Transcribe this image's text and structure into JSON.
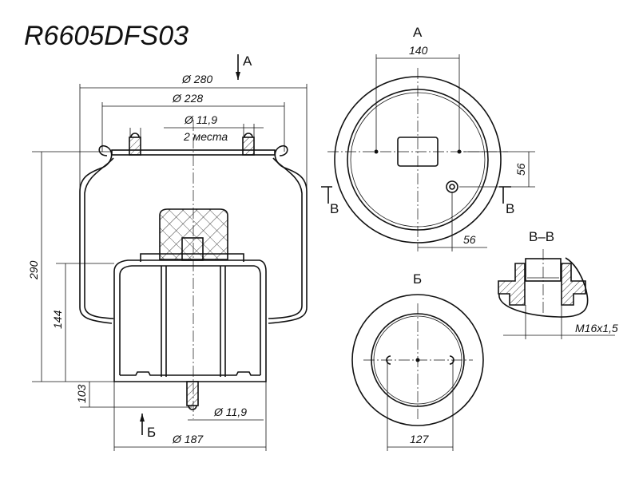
{
  "title": "R6605DFS03",
  "front_view": {
    "view_arrow_a": "A",
    "dia_outer": "Ø 280",
    "dia_plate": "Ø 228",
    "dia_stud_top": "Ø 11,9",
    "stud_count_note": "2 места",
    "height_total": "290",
    "height_piston": "144",
    "height_bottom": "103",
    "dia_stud_bottom": "Ø 11,9",
    "view_arrow_b": "Б",
    "dia_piston": "Ø 187"
  },
  "view_a": {
    "label": "A",
    "dim_stud_spacing": "140",
    "dim_valve_vertical": "56",
    "dim_valve_horizontal": "56",
    "section_mark_left": "B",
    "section_mark_right": "B"
  },
  "section_bb": {
    "label": "B–B",
    "thread": "M16x1,5"
  },
  "view_b": {
    "label": "Б",
    "dim_hole_spacing": "127"
  }
}
